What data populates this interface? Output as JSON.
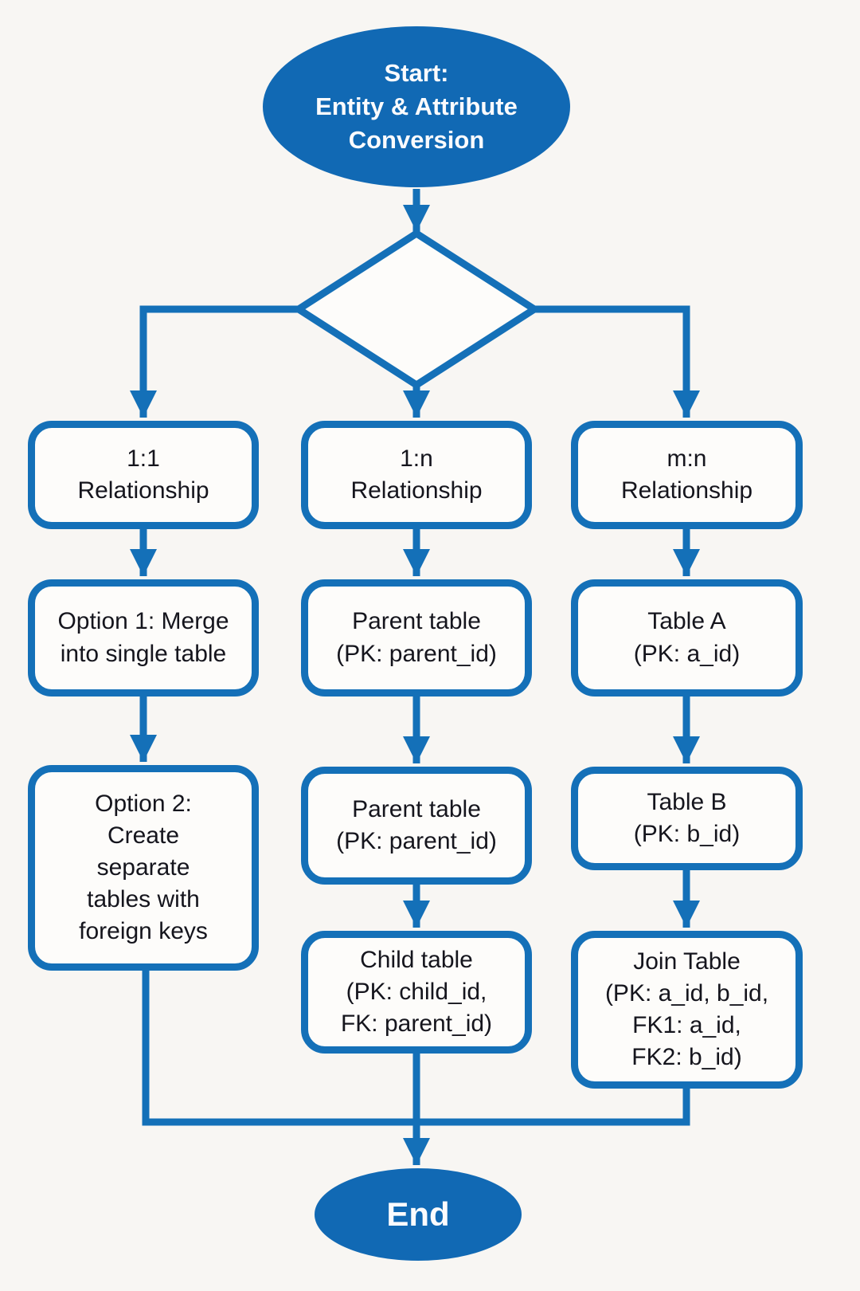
{
  "colors": {
    "primary_blue": "#1169b4",
    "line_blue": "#1470b8",
    "node_fill": "#fdfcfa",
    "text_dark": "#15151d",
    "text_light": "#fbfbfd",
    "page_bg": "#f8f6f3"
  },
  "flowchart": {
    "start_label": "Start:\nEntity & Attribute\nConversion",
    "end_label": "End",
    "branches": {
      "one_to_one": {
        "header": "1:1\nRelationship",
        "option1": "Option 1: Merge\ninto single table",
        "option2": "Option 2:\nCreate\nseparate\ntables with\nforeign keys"
      },
      "one_to_many": {
        "header": "1:n\nRelationship",
        "parent_table_1": "Parent table\n(PK: parent_id)",
        "parent_table_2": "Parent table\n(PK: parent_id)",
        "child_table": "Child table\n(PK: child_id,\nFK: parent_id)"
      },
      "many_to_many": {
        "header": "m:n\nRelationship",
        "table_a": "Table A\n(PK: a_id)",
        "table_b": "Table B\n(PK: b_id)",
        "join_table": "Join Table\n(PK: a_id, b_id,\nFK1: a_id,\nFK2: b_id)"
      }
    }
  }
}
